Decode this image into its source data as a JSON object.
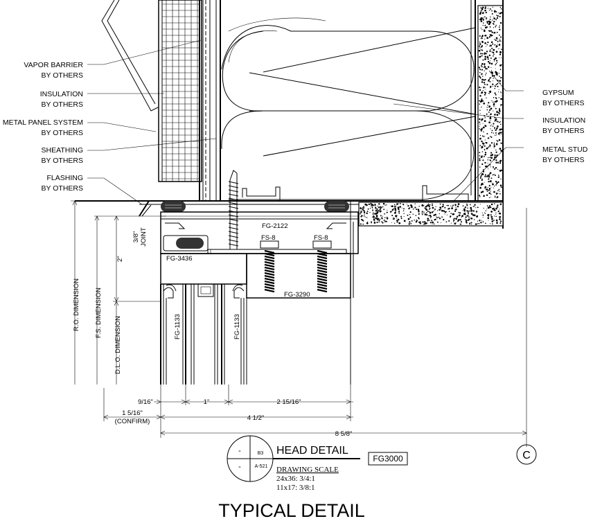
{
  "callouts_left": [
    {
      "line1": "VAPOR BARRIER",
      "line2": "BY OTHERS"
    },
    {
      "line1": "INSULATION",
      "line2": "BY OTHERS"
    },
    {
      "line1": "METAL PANEL SYSTEM",
      "line2": "BY OTHERS"
    },
    {
      "line1": "SHEATHING",
      "line2": "BY OTHERS"
    },
    {
      "line1": "FLASHING",
      "line2": "BY OTHERS"
    }
  ],
  "callouts_right": [
    {
      "line1": "GYPSUM",
      "line2": "BY OTHERS"
    },
    {
      "line1": "INSULATION",
      "line2": "BY OTHERS"
    },
    {
      "line1": "METAL STUD",
      "line2": "BY OTHERS"
    }
  ],
  "joint": {
    "line1": "3/8\"",
    "line2": "JOINT"
  },
  "part_labels": {
    "fg2122": "FG-2122",
    "fs8_left": "FS-8",
    "fs8_right": "FS-8",
    "fg3436": "FG-3436",
    "fg3290": "FG-3290",
    "fg1133_left": "FG-1133",
    "fg1133_right": "FG-1133"
  },
  "dimensions": {
    "two_inch": "2\"",
    "ro": "R.O. DIMENSION",
    "fs": "F.S. DIMENSION",
    "dlo": "D.L.O. DIMENSION",
    "d_9_16": "9/16\"",
    "d_1": "1\"",
    "d_2_15_16": "2 15/16\"",
    "d_1_5_16": "1 5/16\"",
    "confirm": "(CONFIRM)",
    "d_4_1_2": "4 1/2\"",
    "d_8_5_8": "8 5/8\""
  },
  "title_block": {
    "title": "HEAD DETAIL",
    "scale_heading": "DRAWING SCALE",
    "scale_line1": "24x36: 3/4:1",
    "scale_line2": "11x17: 3/8:1",
    "part_number": "FG3000",
    "sheet_ref": "B3",
    "sheet_no": "A-521",
    "dash1": "-",
    "dash2": "-"
  },
  "grid_marker": "C",
  "bottom_title": "TYPICAL DETAIL"
}
